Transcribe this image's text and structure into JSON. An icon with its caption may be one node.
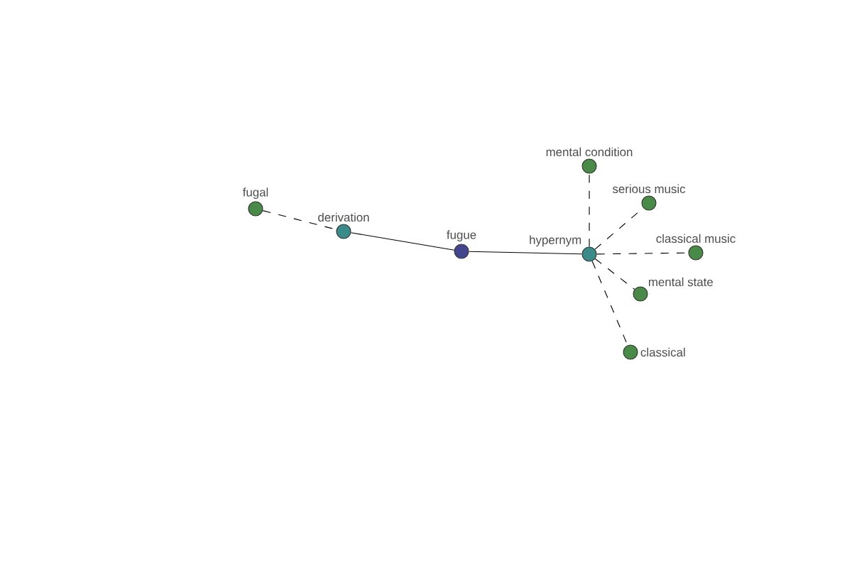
{
  "diagram": {
    "nodes": [
      {
        "text": [
          "fugal"
        ]
      },
      {
        "text": [
          "derivation"
        ]
      },
      {
        "text": [
          "fugue"
        ]
      },
      {
        "text": [
          "hypernym"
        ]
      },
      {
        "text": [
          "mental condition"
        ]
      },
      {
        "text": [
          "serious music"
        ]
      },
      {
        "text": [
          "classical music"
        ]
      },
      {
        "text": [
          "mental state"
        ]
      },
      {
        "text": [
          "classical"
        ]
      }
    ],
    "edges": [
      {
        "from": 0,
        "to": 1,
        "arrow": "none",
        "style": "dashed"
      },
      {
        "from": 1,
        "to": 2,
        "arrow": "none"
      },
      {
        "from": 2,
        "to": 3,
        "arrow": "none"
      },
      {
        "from": 3,
        "to": 4,
        "arrow": "none",
        "style": "dashed"
      },
      {
        "from": 3,
        "to": 5,
        "arrow": "none",
        "style": "dashed"
      },
      {
        "from": 3,
        "to": 6,
        "arrow": "none",
        "style": "dashed"
      },
      {
        "from": 3,
        "to": 7,
        "arrow": "none",
        "style": "dashed"
      },
      {
        "from": 3,
        "to": 8,
        "arrow": "none",
        "style": "dashed"
      }
    ]
  }
}
